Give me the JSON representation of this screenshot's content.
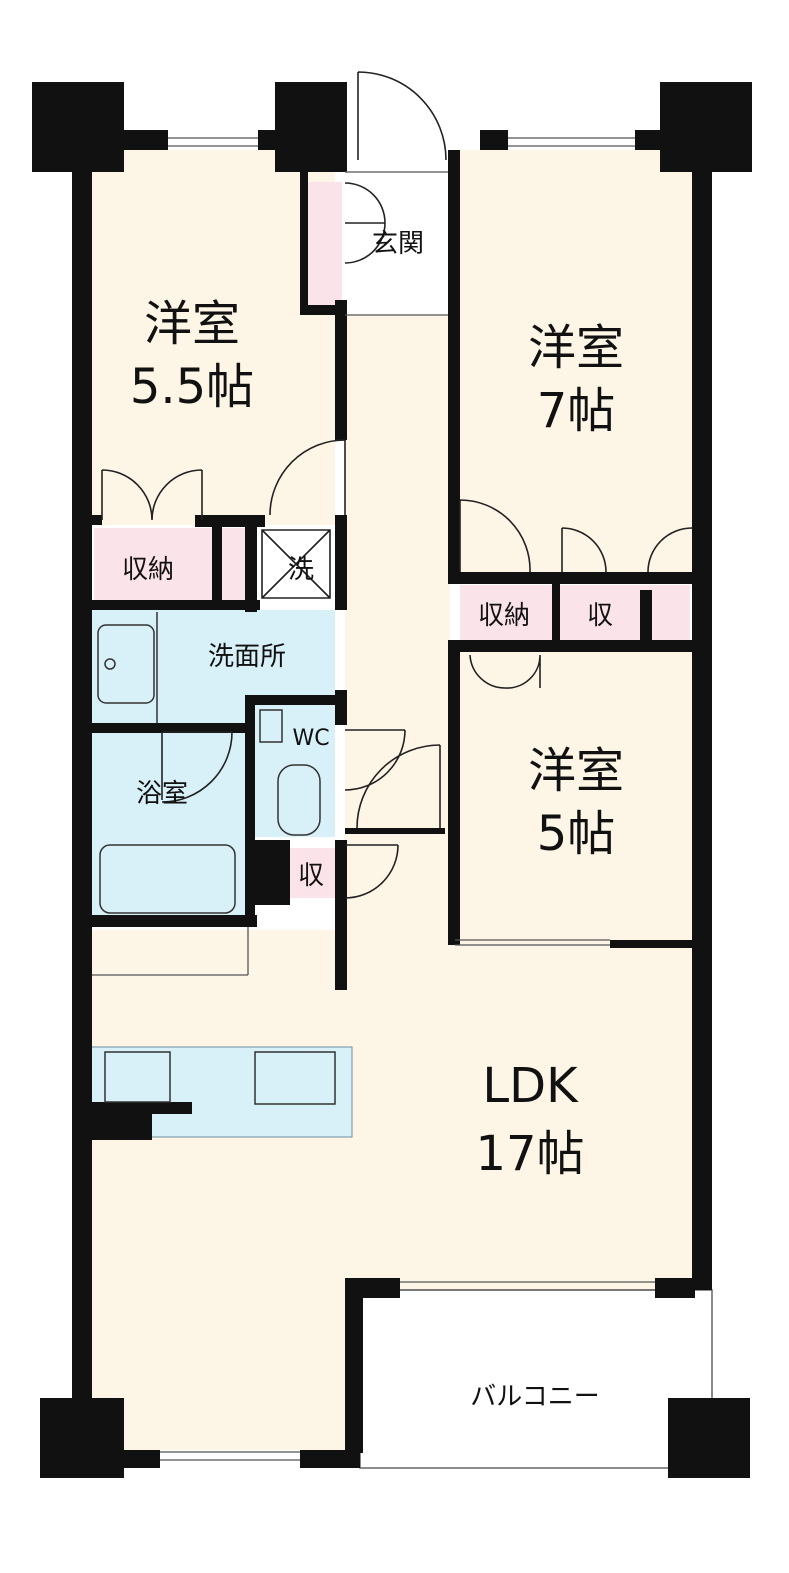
{
  "colors": {
    "room_cream": "#fdf5e6",
    "wet_blue": "#d8f0f8",
    "storage_pink": "#fbe3ea",
    "wall": "#111111",
    "balcony": "#ffffff"
  },
  "rooms": {
    "western_room_1": {
      "name": "洋室",
      "size": "5.5帖"
    },
    "western_room_2": {
      "name": "洋室",
      "size": "7帖"
    },
    "western_room_3": {
      "name": "洋室",
      "size": "5帖"
    },
    "ldk": {
      "name": "LDK",
      "size": "17帖"
    },
    "entrance": "玄関",
    "washroom": "洗面所",
    "washer": "洗",
    "bathroom": "浴室",
    "toilet": "WC",
    "storage_closet_1": "収納",
    "storage_closet_2": "収納",
    "storage_small_1": "収",
    "storage_small_2": "収",
    "balcony": "バルコニー"
  }
}
